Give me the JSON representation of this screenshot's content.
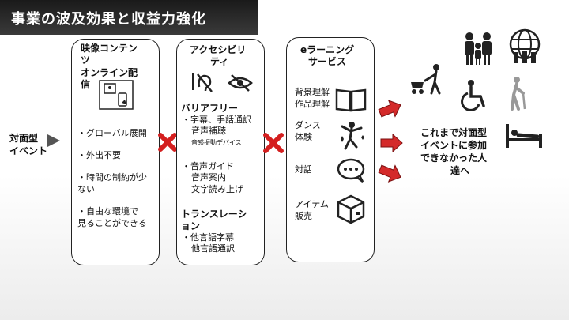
{
  "title": "事業の波及効果と収益力強化",
  "left_label": [
    "対面型",
    "イベント"
  ],
  "col1": {
    "heading": [
      "映像コンテン",
      "ツ",
      "オンライン配",
      "信"
    ],
    "bullets": [
      [
        "・グローバル展開"
      ],
      [
        "・外出不要"
      ],
      [
        "・時間の制約が少",
        "ない"
      ],
      [
        "・自由な環境で",
        "見ることができる"
      ]
    ]
  },
  "col2": {
    "heading": [
      "アクセシビリ",
      "ティ"
    ],
    "barrier_title": "バリアフリー",
    "barrier_items": [
      "・字幕、手話通訳",
      "音声補聴"
    ],
    "barrier_small": "音感振動デバイス",
    "guide_items": [
      "・音声ガイド",
      "音声案内",
      "文字読み上げ"
    ],
    "translation_title": [
      "トランスレーシ",
      "ョン"
    ],
    "translation_items": [
      "・他言語字幕",
      "他言語通訳"
    ]
  },
  "col3": {
    "heading": [
      "eラーニング",
      "サービス"
    ],
    "items": [
      {
        "label": [
          "背景理解",
          "作品理解"
        ],
        "icon": "book-icon"
      },
      {
        "label": [
          "ダンス",
          "体験"
        ],
        "icon": "dance-icon"
      },
      {
        "label": [
          "対話"
        ],
        "icon": "chat-icon"
      },
      {
        "label": [
          "アイテム",
          "販売"
        ],
        "icon": "box-icon"
      }
    ]
  },
  "result": [
    "これまで対面型",
    "イベントに参加",
    "できなかった人",
    "達へ"
  ],
  "colors": {
    "arrow_red": "#d42a2a",
    "cross_red": "#d41f1f",
    "title_bg": "#222222"
  }
}
